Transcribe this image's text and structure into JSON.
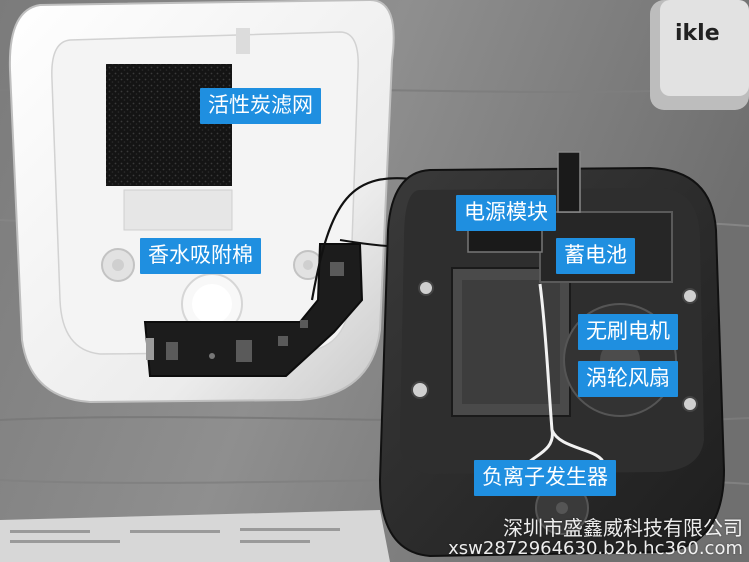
{
  "labels": {
    "activated_carbon_filter": "活性炭滤网",
    "fragrance_cotton": "香水吸附棉",
    "power_module": "电源模块",
    "battery": "蓄电池",
    "brushless_motor": "无刷电机",
    "turbine_fan": "涡轮风扇",
    "negative_ion_generator": "负离子发生器"
  },
  "watermark": {
    "company": "深圳市盛鑫威科技有限公司",
    "site": "xsw2872964630.b2b.hc360.com"
  }
}
